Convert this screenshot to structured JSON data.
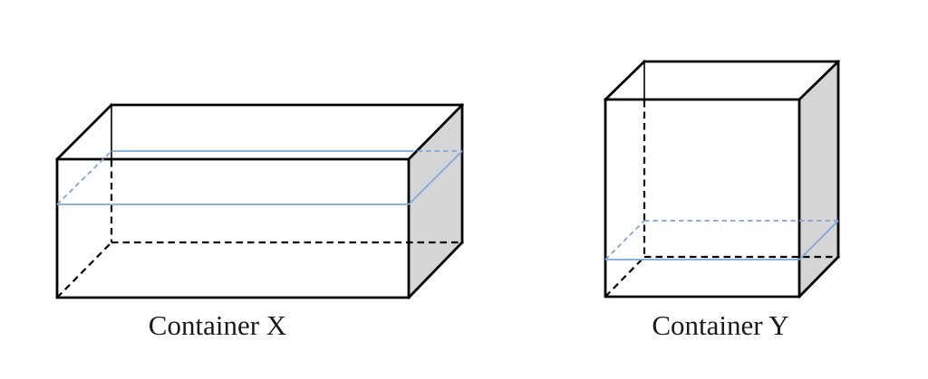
{
  "figure": {
    "background": "#ffffff",
    "colors": {
      "edge": "#000000",
      "water_line": "#7ba7db",
      "shaded_side": "#d5d5d5"
    },
    "containers": [
      {
        "id": "container-x",
        "label": "Container X",
        "shape": "wide rectangular prism",
        "water_level": "high"
      },
      {
        "id": "container-y",
        "label": "Container Y",
        "shape": "tall rectangular prism",
        "water_level": "low"
      }
    ]
  }
}
